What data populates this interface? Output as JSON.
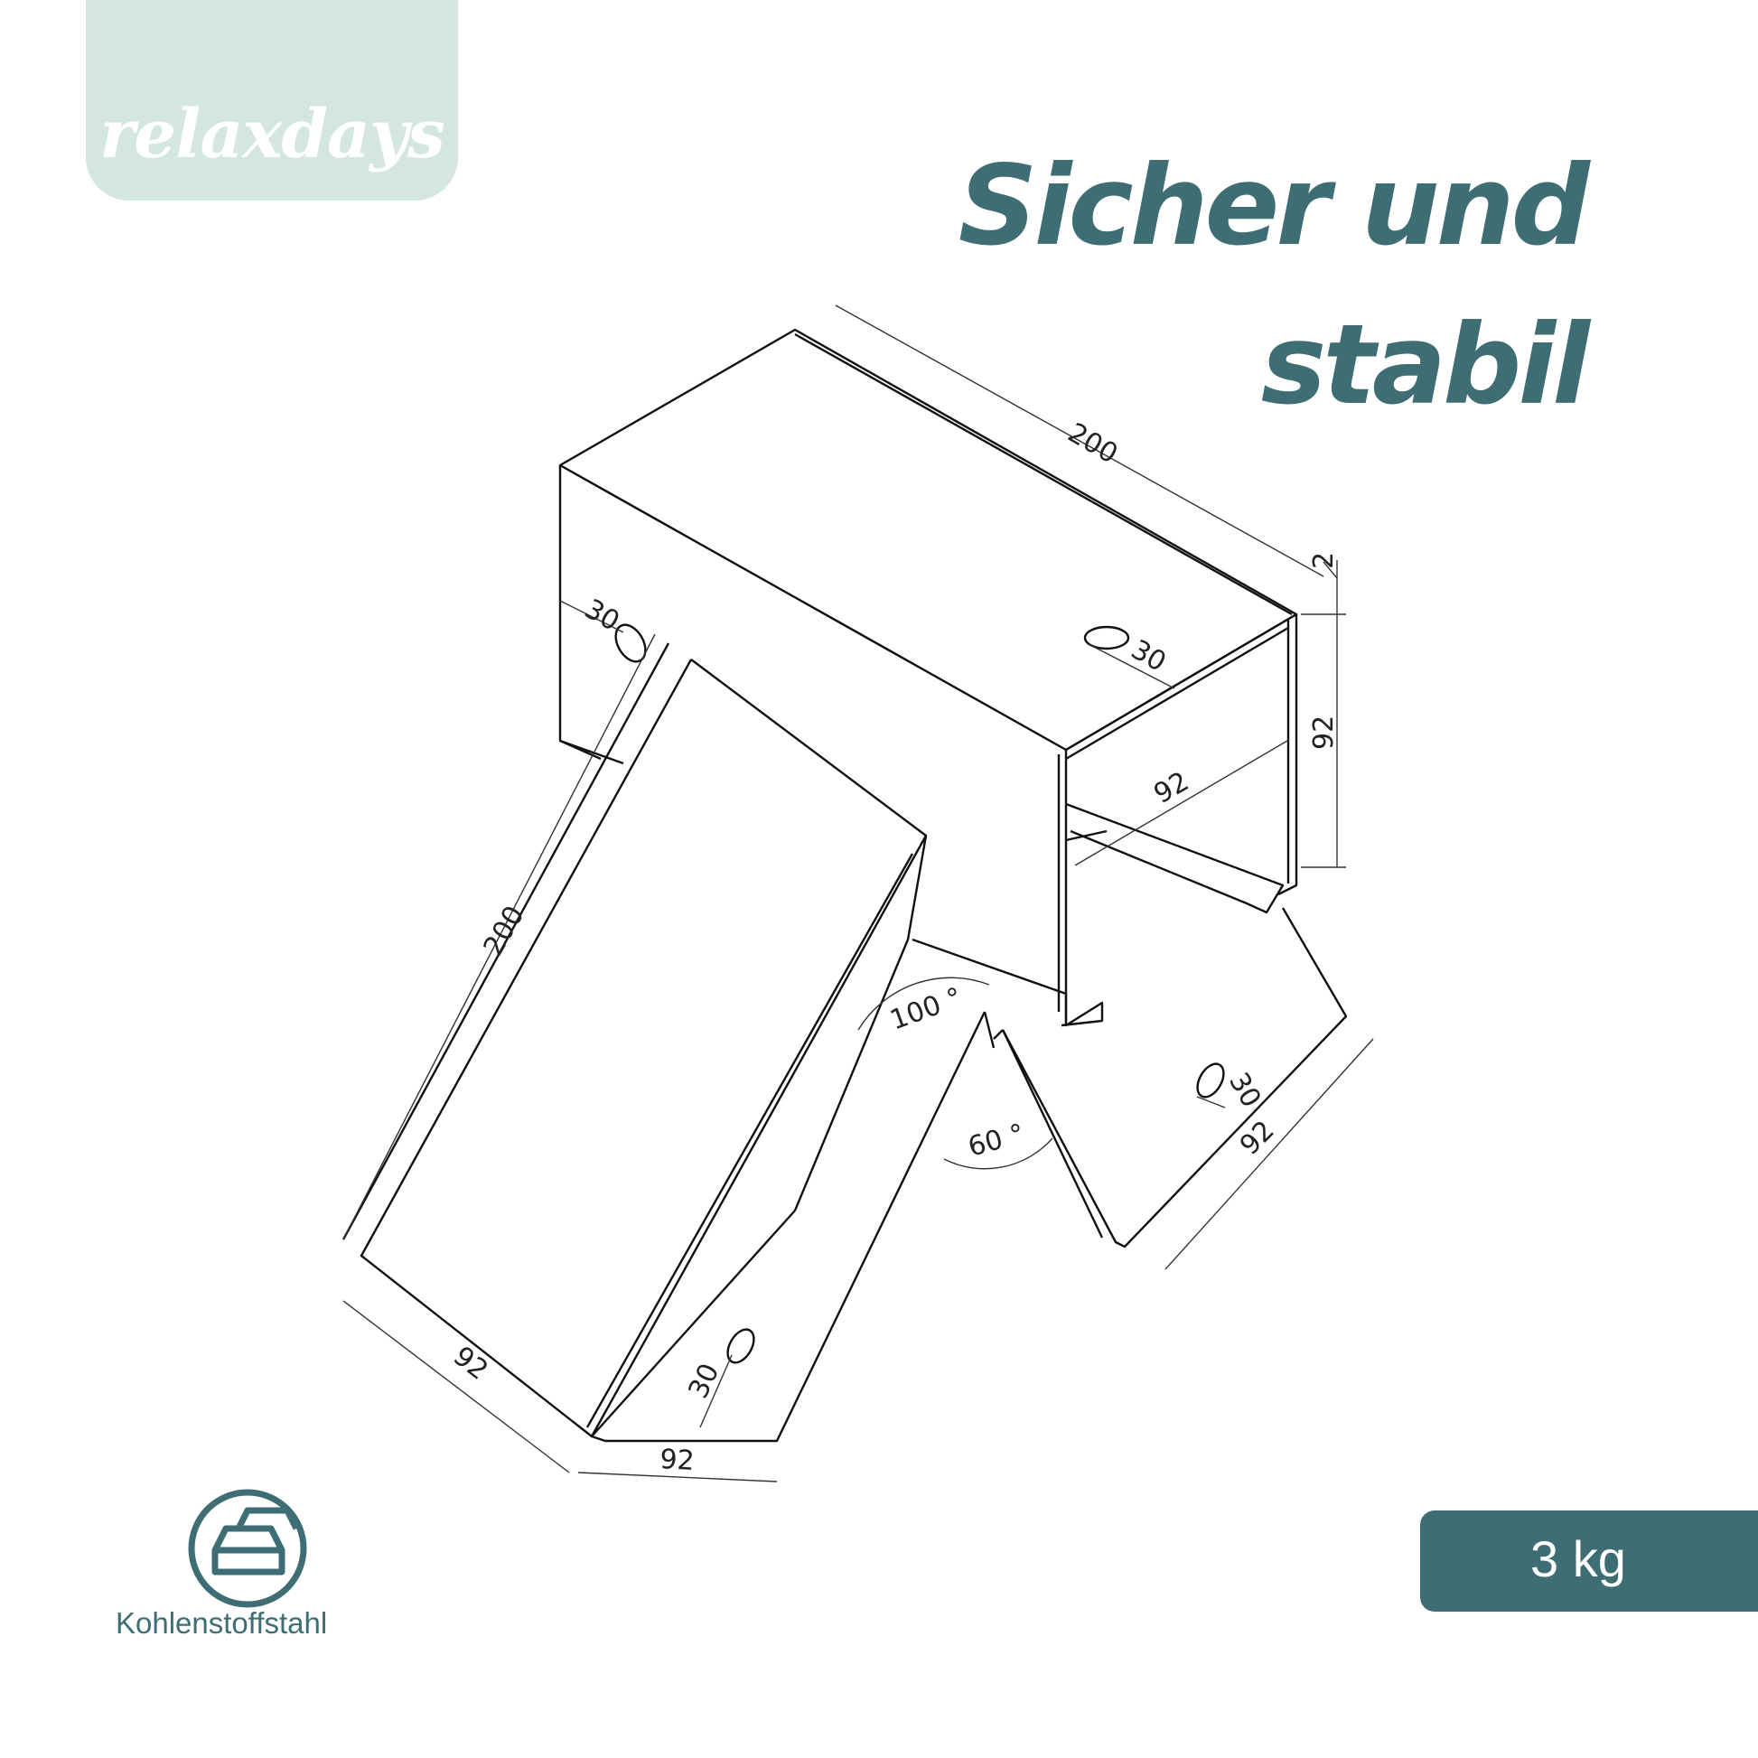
{
  "brand": {
    "logo_text": "relaxdays",
    "logo_bg": "#d3e6e2"
  },
  "headline": {
    "line1": "Sicher und",
    "line2": "stabil",
    "color": "#3e6e74"
  },
  "dimensions": {
    "top_length": "200",
    "thickness": "2",
    "top_height": "92",
    "top_width": "92",
    "hole_left": "30",
    "hole_right": "30",
    "left_leg_length": "200",
    "angle_between": "100 °",
    "angle_legs": "60 °",
    "right_hole": "30",
    "right_width": "92",
    "left_width": "92",
    "bottom_hole": "30",
    "bottom_width": "92"
  },
  "material": {
    "label": "Kohlenstoffstahl",
    "icon": "steel-bars-icon"
  },
  "weight": {
    "label": "3 kg",
    "icon": "weight-icon",
    "color": "#3e6e74"
  }
}
